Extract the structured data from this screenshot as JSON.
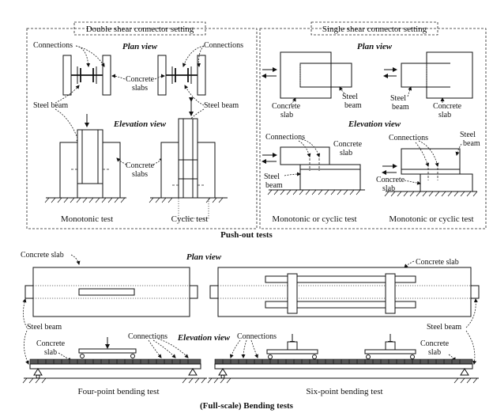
{
  "figure": {
    "pushout": {
      "double_header": "Double shear connector setting",
      "single_header": "Single shear connector setting",
      "plan_view": "Plan view",
      "elevation_view": "Elevation view",
      "connections": "Connections",
      "concrete": "Concrete",
      "slabs": "slabs",
      "slab": "slab",
      "steel_beam": "Steel beam",
      "steel": "Steel",
      "beam": "beam",
      "monotonic_test": "Monotonic test",
      "cyclic_test": "Cyclic test",
      "monotonic_or_cyclic": "Monotonic or cyclic test",
      "title": "Push-out tests"
    },
    "bending": {
      "concrete_slab": "Concrete slab",
      "plan_view": "Plan view",
      "elevation_view": "Elevation view",
      "steel_beam": "Steel beam",
      "concrete": "Concrete",
      "slab": "slab",
      "connections": "Connections",
      "four_point": "Four-point bending test",
      "six_point": "Six-point bending test",
      "title": "(Full-scale) Bending tests"
    }
  }
}
